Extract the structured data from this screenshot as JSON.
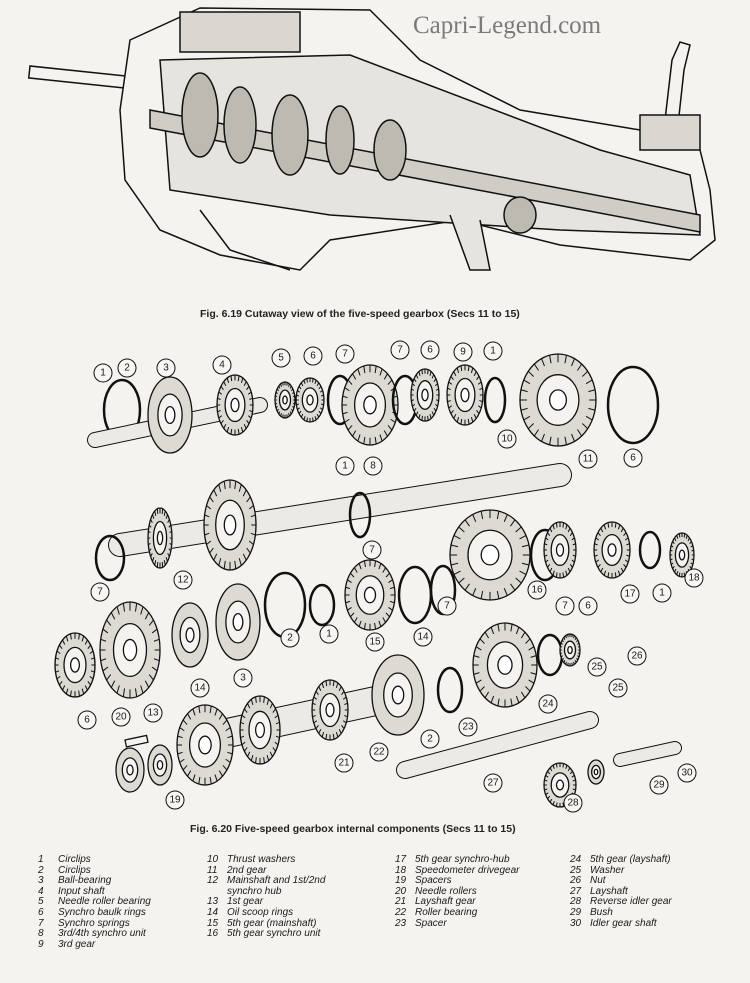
{
  "watermark": "Capri-Legend.com",
  "figure1": {
    "caption": "Fig. 6.19 Cutaway view of the five-speed gearbox (Secs 11 to 15)"
  },
  "figure2": {
    "caption": "Fig. 6.20 Five-speed gearbox internal components (Secs 11 to 15)",
    "callouts": [
      "1",
      "2",
      "3",
      "4",
      "5",
      "6",
      "7",
      "7",
      "6",
      "9",
      "1",
      "10",
      "11",
      "6",
      "1",
      "8",
      "7",
      "12",
      "7",
      "16",
      "7",
      "6",
      "17",
      "1",
      "18",
      "15",
      "14",
      "7",
      "1",
      "2",
      "3",
      "14",
      "13",
      "6",
      "26",
      "25",
      "25",
      "24",
      "23",
      "2",
      "22",
      "21",
      "20",
      "19",
      "27",
      "28",
      "29",
      "30"
    ]
  },
  "legend": [
    [
      {
        "num": "1",
        "label": "Circlips"
      },
      {
        "num": "2",
        "label": "Circlips"
      },
      {
        "num": "3",
        "label": "Ball-bearing"
      },
      {
        "num": "4",
        "label": "Input shaft"
      },
      {
        "num": "5",
        "label": "Needle roller bearing"
      },
      {
        "num": "6",
        "label": "Synchro baulk rings"
      },
      {
        "num": "7",
        "label": "Synchro springs"
      },
      {
        "num": "8",
        "label": "3rd/4th synchro unit"
      },
      {
        "num": "9",
        "label": "3rd gear"
      }
    ],
    [
      {
        "num": "10",
        "label": "Thrust washers"
      },
      {
        "num": "11",
        "label": "2nd gear"
      },
      {
        "num": "12",
        "label": "Mainshaft and 1st/2nd\nsynchro hub"
      },
      {
        "num": "13",
        "label": "1st gear"
      },
      {
        "num": "14",
        "label": "Oil scoop rings"
      },
      {
        "num": "15",
        "label": "5th gear (mainshaft)"
      },
      {
        "num": "16",
        "label": "5th gear synchro unit"
      }
    ],
    [
      {
        "num": "17",
        "label": "5th gear synchro-hub"
      },
      {
        "num": "18",
        "label": "Speedometer drivegear"
      },
      {
        "num": "19",
        "label": "Spacers"
      },
      {
        "num": "20",
        "label": "Needle rollers"
      },
      {
        "num": "21",
        "label": "Layshaft gear"
      },
      {
        "num": "22",
        "label": "Roller bearing"
      },
      {
        "num": "23",
        "label": "Spacer"
      }
    ],
    [
      {
        "num": "24",
        "label": "5th gear (layshaft)"
      },
      {
        "num": "25",
        "label": "Washer"
      },
      {
        "num": "26",
        "label": "Nut"
      },
      {
        "num": "27",
        "label": "Layshaft"
      },
      {
        "num": "28",
        "label": "Reverse idler gear"
      },
      {
        "num": "29",
        "label": "Bush"
      },
      {
        "num": "30",
        "label": "Idler gear shaft"
      }
    ]
  ]
}
